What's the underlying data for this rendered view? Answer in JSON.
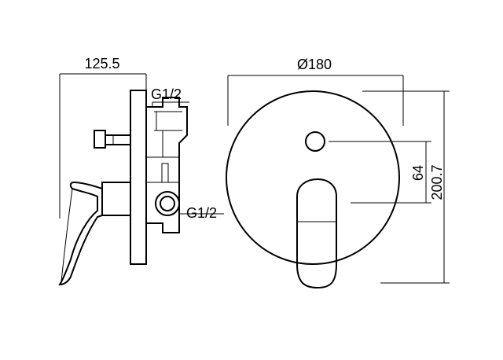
{
  "dimensions": {
    "width_overall": "125.5",
    "diameter": "Ø180",
    "height_overall": "200.7",
    "offset": "64"
  },
  "thread_labels": {
    "top": "G1/2",
    "side": "G1/2"
  },
  "colors": {
    "line": "#000000",
    "background": "#ffffff"
  }
}
